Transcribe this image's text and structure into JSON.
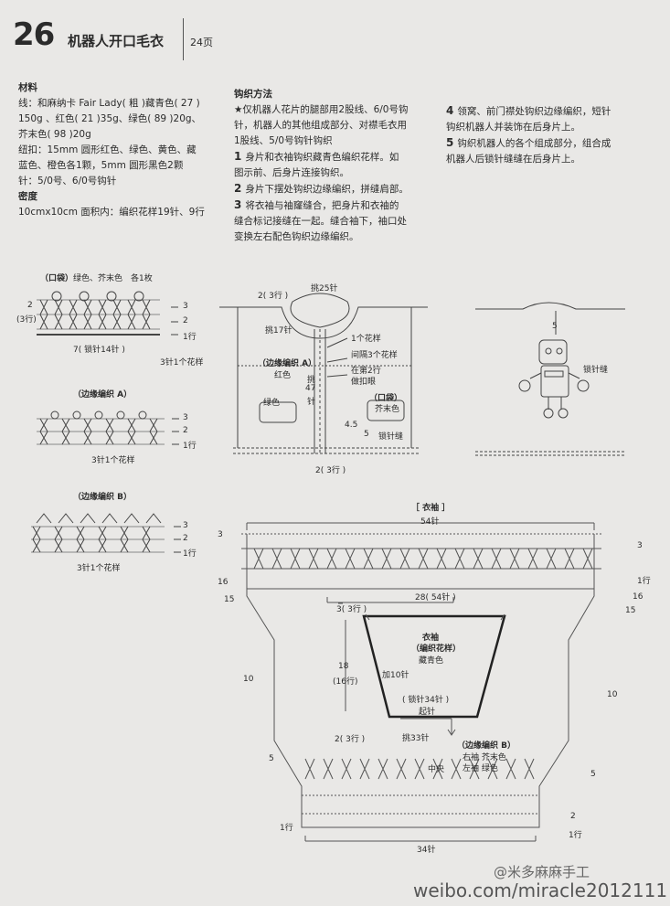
{
  "header": {
    "number": "26",
    "title": "机器人开口毛衣",
    "page": "24页"
  },
  "materials": {
    "heading": "材料",
    "lines": [
      "线：和麻纳卡 Fair Lady( 粗 )藏青色( 27 )",
      "150g 、红色( 21 )35g、绿色( 89 )20g、",
      "芥末色( 98 )20g",
      "纽扣：15mm 圆形红色、绿色、黄色、藏",
      "蓝色、橙色各1颗，5mm 圆形黑色2颗",
      "针：5/0号、6/0号钩针"
    ]
  },
  "density": {
    "heading": "密度",
    "text": "10cmx10cm 面积内：编织花样19针、9行"
  },
  "method": {
    "heading": "钩织方法",
    "intro": [
      "★仅机器人花片的腿部用2股线、6/0号钩",
      "针，机器人的其他组成部分、对襟毛衣用",
      "1股线、5/0号钩针钩织"
    ],
    "steps": [
      {
        "n": "1",
        "lines": [
          "身片和衣袖钩织藏青色编织花样。如",
          "图示前、后身片连接钩织。"
        ]
      },
      {
        "n": "2",
        "lines": [
          "身片下摆处钩织边缘编织，拼缝肩部。"
        ]
      },
      {
        "n": "3",
        "lines": [
          "将衣袖与袖窿缝合，把身片和衣袖的",
          "缝合标记接缝在一起。缝合袖下，袖口处",
          "变换左右配色钩织边缘编织。"
        ]
      }
    ],
    "steps2": [
      {
        "n": "4",
        "lines": [
          "领窝、前门襟处钩织边缘编织，短针",
          "钩织机器人并装饰在后身片上。"
        ]
      },
      {
        "n": "5",
        "lines": [
          "钩织机器人的各个组成部分，组合成",
          "机器人后锁针缝缝在后身片上。"
        ]
      }
    ]
  },
  "pocket": {
    "title": "（口袋）",
    "colors": "绿色、芥末色",
    "count": "各1枚",
    "rows": [
      "3",
      "2",
      "1行"
    ],
    "left": "2",
    "leftrows": "(3行)",
    "bottom": "7( 锁针14针 )",
    "repeat": "3针1个花样"
  },
  "edgeA": {
    "title": "（边缘编织 A）",
    "rows": [
      "3",
      "2",
      "1行"
    ],
    "repeat": "3针1个花样"
  },
  "edgeB": {
    "title": "（边缘编织 B）",
    "rows": [
      "3",
      "2",
      "1行"
    ],
    "repeat": "3针1个花样"
  },
  "body": {
    "top": "挑25针",
    "left_top": "2( 3行 )",
    "pick17": "挑17针",
    "one_pattern": "1个花样",
    "every3": "间隔3个花样",
    "button_loop": "在第2行",
    "button_loop2": "做扣眼",
    "edgeA": "（边缘编织 A）",
    "red": "红色",
    "pick": "挑",
    "pick47": "47",
    "needle": "针",
    "green": "绿色",
    "pocket": "（口袋）",
    "mustard": "芥末色",
    "n45": "4.5",
    "n5": "5",
    "backstitch": "锁针缝",
    "bottom": "2( 3行 )"
  },
  "robot": {
    "n5": "5",
    "backstitch": "锁针缝"
  },
  "sleeve": {
    "title": "［ 衣袖 ］",
    "top": "54针",
    "bottom": "34针",
    "left_rows": [
      "3",
      "16",
      "15",
      "10",
      "5",
      "1行"
    ],
    "right_rows": [
      "3",
      "1行",
      "16",
      "15",
      "10",
      "5",
      "2",
      "1行"
    ],
    "width": "28( 54针 )",
    "height_top": "3( 3行 )",
    "height": "18",
    "height_rows": "(16行)",
    "height_bottom": "2( 3行 )",
    "name": "衣袖",
    "pattern": "（编织花样）",
    "color": "藏青色",
    "inc": "加10针",
    "chain": "( 锁针34针 )",
    "start": "起针",
    "pick33": "挑33针",
    "edgeB": "（边缘编织 B）",
    "cuffR": "右袖 芥末色",
    "cuffL": "左袖 绿色",
    "center": "中央"
  },
  "watermark": {
    "handle": "@米多麻麻手工",
    "url": "weibo.com/miracle2012111"
  },
  "colors": {
    "ink": "#2b2b2b",
    "paper": "#e9e8e6"
  }
}
